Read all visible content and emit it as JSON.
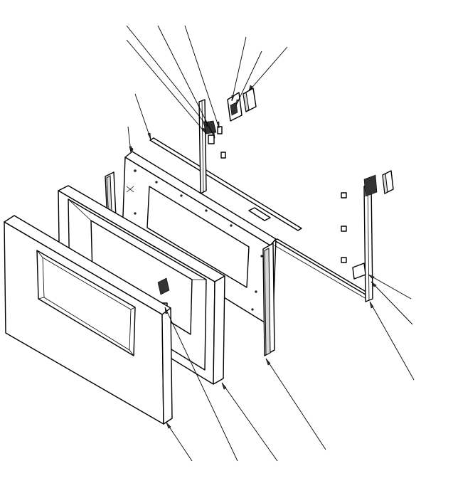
{
  "diagram": {
    "type": "exploded-assembly",
    "callout_labels": [],
    "parts": [
      {
        "id": "outer-door-panel",
        "icon": "door-outer-panel"
      },
      {
        "id": "inner-door-frame",
        "icon": "door-frame"
      },
      {
        "id": "door-liner-panel",
        "icon": "liner-panel"
      },
      {
        "id": "side-trim-left",
        "icon": "trim-channel"
      },
      {
        "id": "side-trim-right",
        "icon": "trim-channel"
      },
      {
        "id": "hinge-rod-left",
        "icon": "hinge-rod"
      },
      {
        "id": "hinge-rod-right",
        "icon": "hinge-rod"
      },
      {
        "id": "hinge-bracket-upper",
        "icon": "hinge-bracket"
      },
      {
        "id": "hinge-block",
        "icon": "hinge-block"
      },
      {
        "id": "top-seal-strip",
        "icon": "seal-strip"
      },
      {
        "id": "bottom-rail",
        "icon": "rail"
      },
      {
        "id": "latch-clip",
        "icon": "latch-clip"
      }
    ],
    "colors": {
      "line": "#000000",
      "background": "#ffffff",
      "shade": "#d9d9d9"
    }
  }
}
